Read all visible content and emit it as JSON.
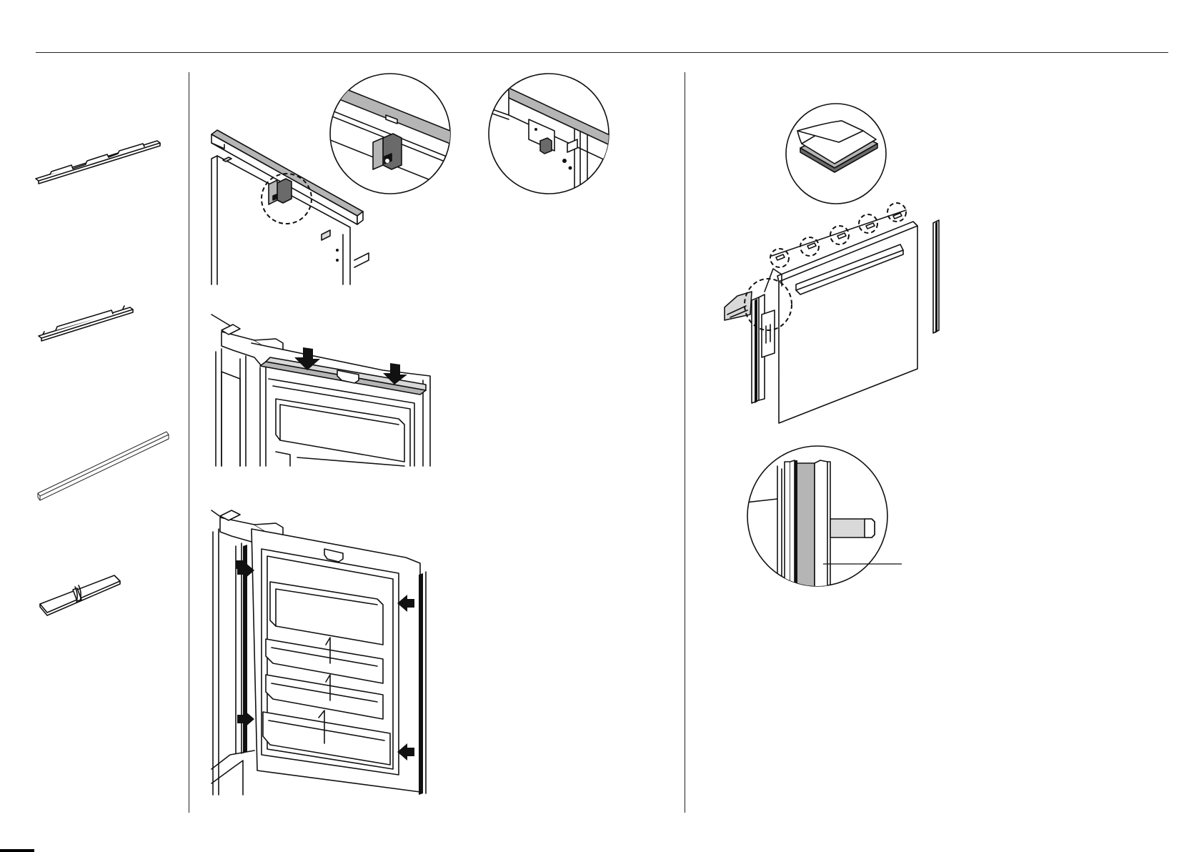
{
  "document": {
    "header_rule": true,
    "columns": [
      "parts-list",
      "installation-steps",
      "door-panel-fitting"
    ]
  },
  "parts": [
    {
      "icon": "long-mounting-rail-icon"
    },
    {
      "icon": "short-mounting-rail-icon"
    },
    {
      "icon": "trim-strip-icon"
    },
    {
      "icon": "cut-strip-icon"
    }
  ],
  "steps": [
    {
      "icon": "top-rail-bracket-illustration"
    },
    {
      "icon": "top-seal-press-illustration"
    },
    {
      "icon": "side-seal-press-illustration"
    }
  ],
  "panel_steps": [
    {
      "icon": "adhesive-pad-detail-icon"
    },
    {
      "icon": "door-panel-assembly-illustration"
    },
    {
      "icon": "seal-edge-detail-icon"
    }
  ],
  "colors": {
    "line": "#111111",
    "grey_fill": "#b5b5b5",
    "background": "#ffffff"
  }
}
